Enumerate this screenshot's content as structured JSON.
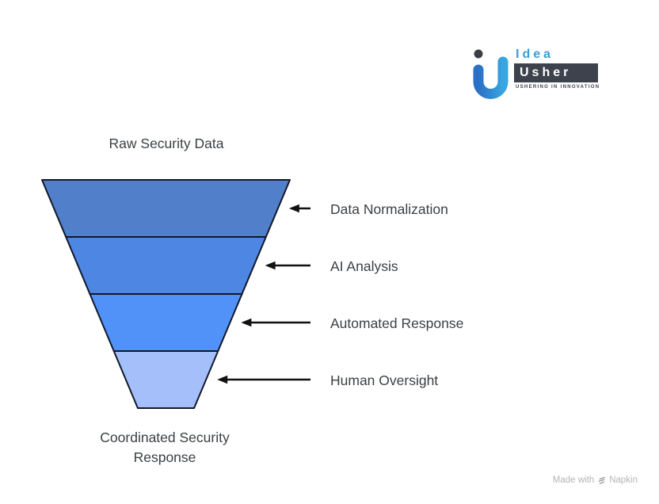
{
  "logo": {
    "brand_top": "Idea",
    "brand_bottom": "Usher",
    "tagline": "USHERING IN INNOVATION",
    "mark_blue_start": "#2b6fc6",
    "mark_blue_end": "#38a6e0",
    "dark": "#3d424c",
    "idea_blue": "#3a9ed8"
  },
  "funnel": {
    "input_label": "Raw Security Data",
    "output_label": "Coordinated Security Response",
    "stages": [
      {
        "label": "Data Normalization",
        "color": "#527fc9"
      },
      {
        "label": "AI Analysis",
        "color": "#4d86e3"
      },
      {
        "label": "Automated Response",
        "color": "#5092f8"
      },
      {
        "label": "Human Oversight",
        "color": "#a5bffa"
      }
    ],
    "outline_color": "#12182b",
    "arrow_color": "#111111",
    "label_color": "#3c4043"
  },
  "footer": {
    "made_with": "Made with",
    "brand": "Napkin",
    "color": "#b5b5b5"
  }
}
